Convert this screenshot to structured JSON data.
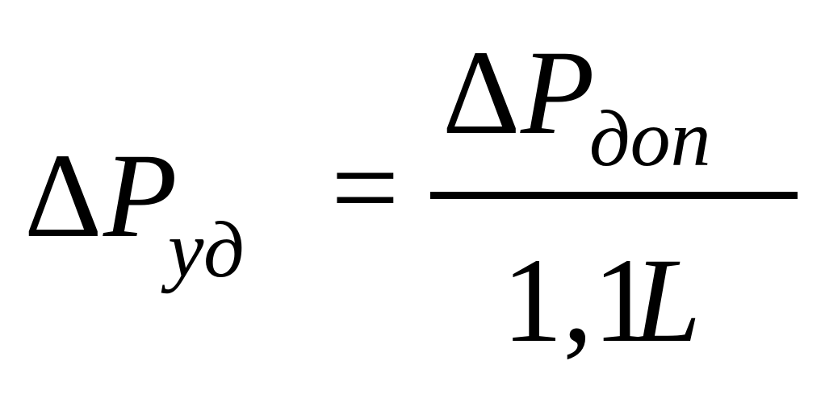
{
  "formula": {
    "lhs": {
      "delta": "Δ",
      "var": "P",
      "subscript": "уд"
    },
    "equals": "=",
    "numerator": {
      "delta": "Δ",
      "var": "P",
      "subscript": "доп"
    },
    "denominator": {
      "coefficient": "1,1",
      "var": "L"
    }
  },
  "colors": {
    "ink": "#000000",
    "background": "#ffffff"
  }
}
